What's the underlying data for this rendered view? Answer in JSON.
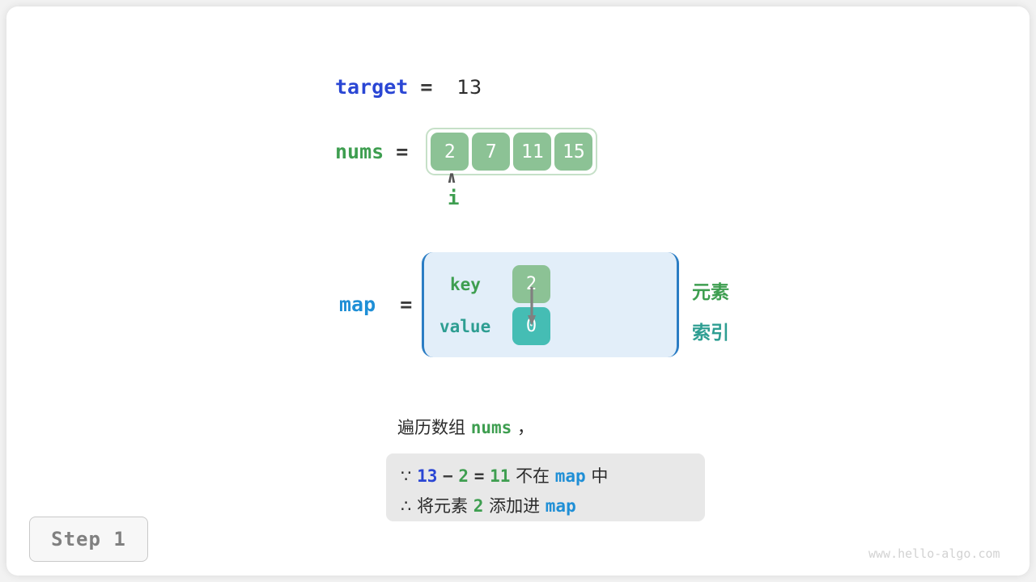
{
  "figure": {
    "target": {
      "name": "target",
      "equals": "=",
      "value": "13"
    },
    "nums": {
      "name": "nums",
      "equals": "=",
      "cells": [
        "2",
        "7",
        "11",
        "15"
      ]
    },
    "pointer": {
      "caret": "∧",
      "label": "i"
    },
    "map": {
      "name": "map",
      "equals": "=",
      "key_label": "key",
      "value_label": "value",
      "key_cell": "2",
      "value_cell": "0",
      "side_labels": {
        "element": "元素",
        "index": "索引"
      }
    },
    "caption": {
      "prefix": "遍历数组 ",
      "code": "nums",
      "suffix": " ，"
    },
    "note": {
      "line1": {
        "because": "∵",
        "a": "13",
        "minus": "−",
        "b": "2",
        "eq": "=",
        "c": "11",
        "text1": "不在",
        "map": "map",
        "text2": "中"
      },
      "line2": {
        "therefore": "∴",
        "text1": "将元素",
        "num": "2",
        "text2": "添加进",
        "map": "map"
      }
    },
    "step_badge": "Step 1",
    "watermark": "www.hello-algo.com"
  },
  "colors": {
    "cell_green": "#8cc295",
    "cell_teal": "#45bdb4",
    "var_blue_strong": "#2a46d4",
    "var_blue_light": "#1f8fd6",
    "var_green": "#3e9e50",
    "teal_text": "#2e9e92",
    "map_box_fill": "#e2eef9",
    "map_box_border": "#2b7dc4",
    "note_box_fill": "#e8e8e8",
    "arrow_gray": "#808080"
  }
}
